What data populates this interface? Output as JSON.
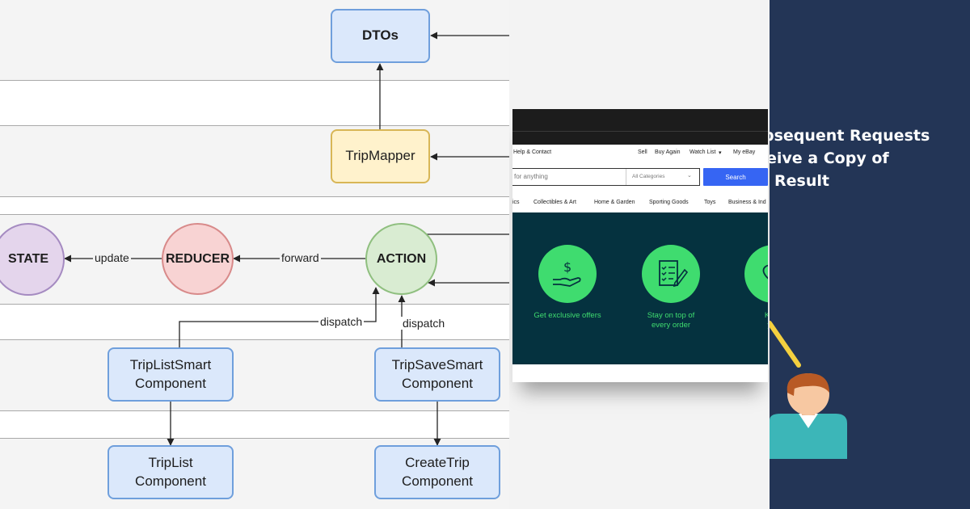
{
  "diagram": {
    "nodes": {
      "dtos": "DTOs",
      "trip_mapper": "TripMapper",
      "state": "STATE",
      "reducer": "REDUCER",
      "action": "ACTION",
      "trip_list_smart": "TripListSmart\nComponent",
      "trip_save_smart": "TripSaveSmart\nComponent",
      "trip_list": "TripList\nComponent",
      "create_trip": "CreateTrip\nComponent"
    },
    "edges": {
      "update": "update",
      "forward": "forward",
      "dispatch_left": "dispatch",
      "dispatch_right": "dispatch"
    },
    "colors": {
      "blue_fill": "#dbe8fb",
      "blue_stroke": "#6f9fdc",
      "yellow_fill": "#fff2cc",
      "yellow_stroke": "#d8b656",
      "state_fill": "#e4d5ec",
      "state_stroke": "#a58bc1",
      "reducer_fill": "#f8d3d3",
      "reducer_stroke": "#d88a8a",
      "action_fill": "#d9ecd2",
      "action_stroke": "#8fbf7f"
    }
  },
  "ebay": {
    "utility": {
      "help": "Help & Contact",
      "sell": "Sell",
      "buy_again": "Buy Again",
      "watch_list": "Watch List",
      "my_ebay": "My eBay"
    },
    "search": {
      "placeholder": "for anything",
      "category": "All Categories",
      "button": "Search"
    },
    "categories": [
      "ics",
      "Collectibles & Art",
      "Home & Garden",
      "Sporting Goods",
      "Toys",
      "Business & Ind"
    ],
    "promos": [
      {
        "text": "Get exclusive offers",
        "icon": "dollar-hand-icon"
      },
      {
        "text": "Stay on top of\nevery order",
        "icon": "checklist-pen-icon"
      },
      {
        "text": "Keep\nyou",
        "icon": "heart-icon"
      }
    ],
    "colors": {
      "promo_bg": "#05323f",
      "promo_green": "#3fdc6f",
      "search_blue": "#3665f3"
    }
  },
  "slide": {
    "lines": [
      "bsequent Requests",
      "eive a Copy of",
      "Result"
    ],
    "icon": "user-avatar-icon",
    "colors": {
      "background": "#233556",
      "pointer": "#f4d03f"
    }
  }
}
